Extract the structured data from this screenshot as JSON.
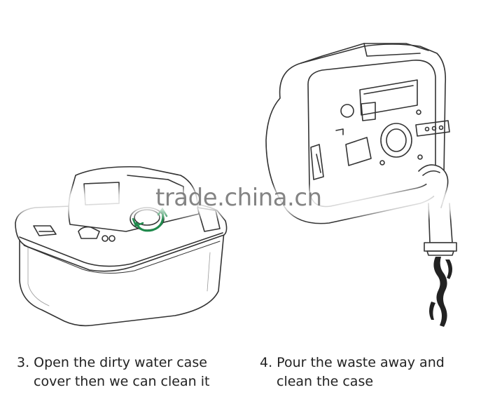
{
  "watermark": {
    "text": "trade.china.cn"
  },
  "steps": [
    {
      "line1": "3. Open the dirty water case",
      "line2": "cover then we can clean it"
    },
    {
      "line1": "4. Pour the waste away and",
      "line2": "clean the case"
    }
  ],
  "colors": {
    "outline": "#333333",
    "arrow": "#1f8a4c",
    "caption_text": "#222222",
    "watermark": "#6f6f6f"
  },
  "icons": [
    "rotate-arrow-icon"
  ]
}
